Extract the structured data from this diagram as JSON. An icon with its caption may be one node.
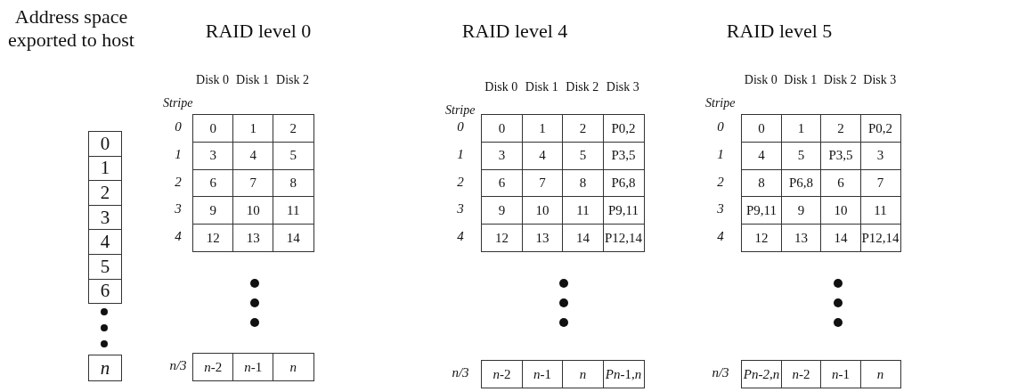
{
  "diagram": {
    "labels": [
      "Address space exported to host",
      "RAID level 0",
      "RAID level 4",
      "RAID level 5",
      "Disk 0",
      "Disk 1",
      "Disk 2",
      "Disk 0",
      "Disk 1",
      "Disk 2",
      "Disk 3",
      "Disk 0",
      "Disk 1",
      "Disk 2",
      "Disk 3",
      "Stripe",
      "Stripe",
      "Stripe",
      "0",
      "0",
      "0",
      "1",
      "2",
      "0",
      "0",
      "1",
      "2",
      "P0,2",
      "0",
      "0",
      "1",
      "2",
      "P0,2",
      "1",
      "1",
      "3",
      "4",
      "5",
      "1",
      "3",
      "4",
      "5",
      "P3,5",
      "1",
      "4",
      "5",
      "P3,5",
      "3",
      "2",
      "2",
      "6",
      "7",
      "8",
      "2",
      "6",
      "7",
      "8",
      "P6,8",
      "2",
      "8",
      "P6,8",
      "6",
      "7",
      "3",
      "3",
      "9",
      "10",
      "11",
      "3",
      "9",
      "10",
      "11",
      "P9,11",
      "3",
      "P9,11",
      "9",
      "10",
      "11",
      "4",
      "4",
      "12",
      "13",
      "14",
      "4",
      "12",
      "13",
      "14",
      "P12,14",
      "4",
      "12",
      "13",
      "14",
      "P12,14",
      "5",
      "6",
      "n",
      "n/3",
      "*n*-2",
      "*n*-1",
      "n",
      "n/3",
      "*n*-2",
      "*n*-1",
      "n",
      "*Pn*-1,*n*",
      "n/3",
      "Pn-2,n",
      "*n*-2",
      "*n*-1",
      "n"
    ]
  }
}
